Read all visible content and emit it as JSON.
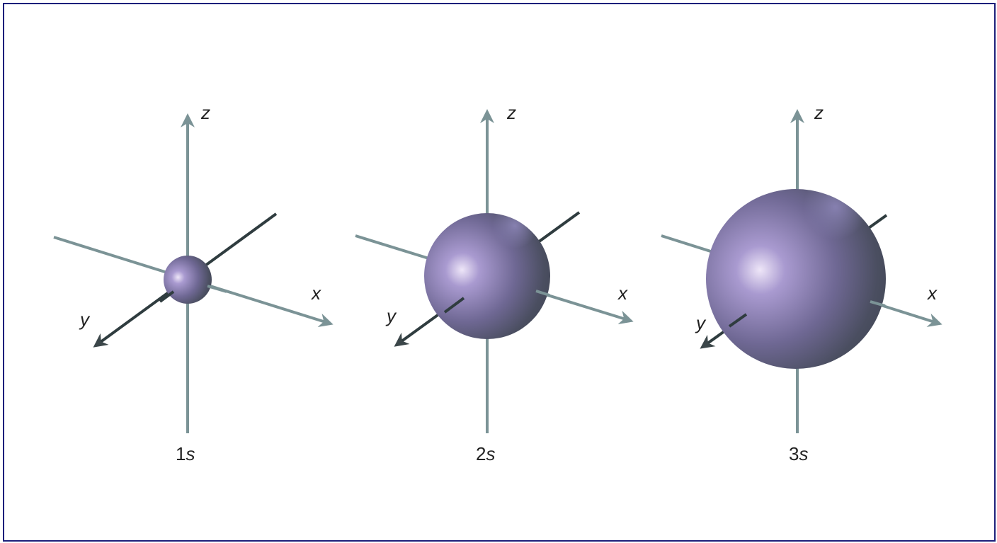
{
  "axes": {
    "x_label": "x",
    "y_label": "y",
    "z_label": "z"
  },
  "orbitals": [
    {
      "number": "1",
      "letter": "s"
    },
    {
      "number": "2",
      "letter": "s"
    },
    {
      "number": "3",
      "letter": "s"
    }
  ],
  "colors": {
    "border": "#1c1f7a",
    "axis_light": "#7b9396",
    "axis_dark": "#2f3c3f",
    "sphere_highlight": "#e8dff5",
    "sphere_mid": "#8a80b2",
    "sphere_shadow": "#43495a"
  }
}
